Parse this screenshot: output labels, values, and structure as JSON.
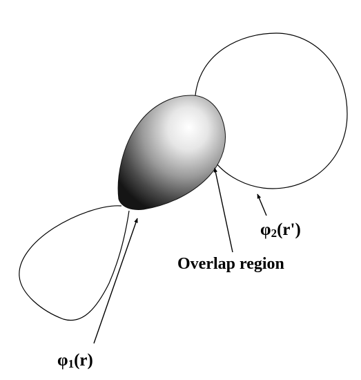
{
  "labels": {
    "phi2": {
      "symbol": "φ",
      "sub": "2",
      "arg": "(r')"
    },
    "overlap": "Overlap region",
    "phi1": {
      "symbol": "φ",
      "sub": "1",
      "arg": "(r)"
    }
  },
  "colors": {
    "outline": "#000000",
    "background": "#ffffff",
    "lobe_highlight": "#ffffff",
    "lobe_shadow": "#1a1a1a"
  }
}
